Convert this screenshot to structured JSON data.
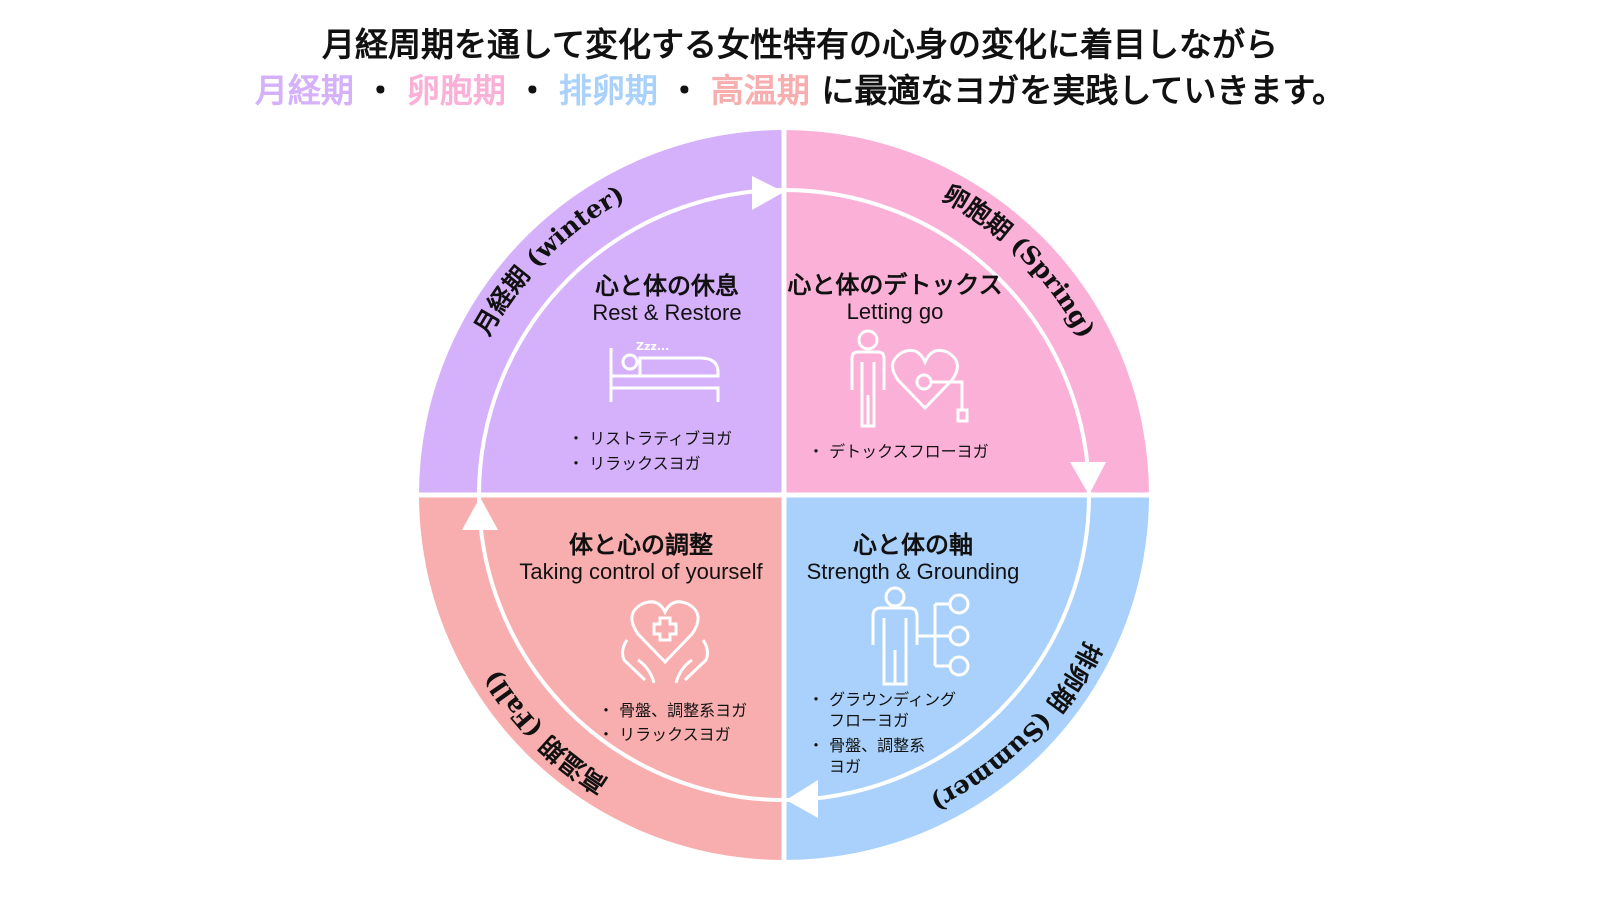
{
  "header": {
    "line1": "月経周期を通して変化する女性特有の心身の変化に着目しながら",
    "phase1": "月経期",
    "phase2": "卵胞期",
    "phase3": "排卵期",
    "phase4": "高温期",
    "separator": "・",
    "line2_tail": "に最適なヨガを実践していきます。"
  },
  "colors": {
    "menstrual": "#d6b1fb",
    "follicular": "#fbb0d8",
    "ovulation": "#a9d1fb",
    "luteal": "#f8aeae"
  },
  "quadrants": [
    {
      "arc_label": "月経期 (winter)",
      "title": "心と体の休息",
      "subtitle": "Rest & Restore",
      "icon": "sleeping-bed-icon",
      "zzz": "Zzz...",
      "bullets": [
        "・ リストラティブヨガ",
        "・ リラックスヨガ"
      ]
    },
    {
      "arc_label": "卵胞期 (Spring)",
      "title": "心と体のデトックス",
      "subtitle": "Letting go",
      "icon": "person-heart-icon",
      "bullets": [
        "・ デトックスフローヨガ"
      ]
    },
    {
      "arc_label": "排卵期 (Summer)",
      "title": "心と体の軸",
      "subtitle": "Strength & Grounding",
      "icon": "person-network-icon",
      "bullets": [
        "・ グラウンディング",
        "フローヨガ",
        "・ 骨盤、調整系",
        "ヨガ"
      ]
    },
    {
      "arc_label": "高温期 (Fall)",
      "title": "体と心の調整",
      "subtitle": "Taking control of yourself",
      "icon": "hands-heart-cross-icon",
      "bullets": [
        "・ 骨盤、調整系ヨガ",
        "・ リラックスヨガ"
      ]
    }
  ]
}
